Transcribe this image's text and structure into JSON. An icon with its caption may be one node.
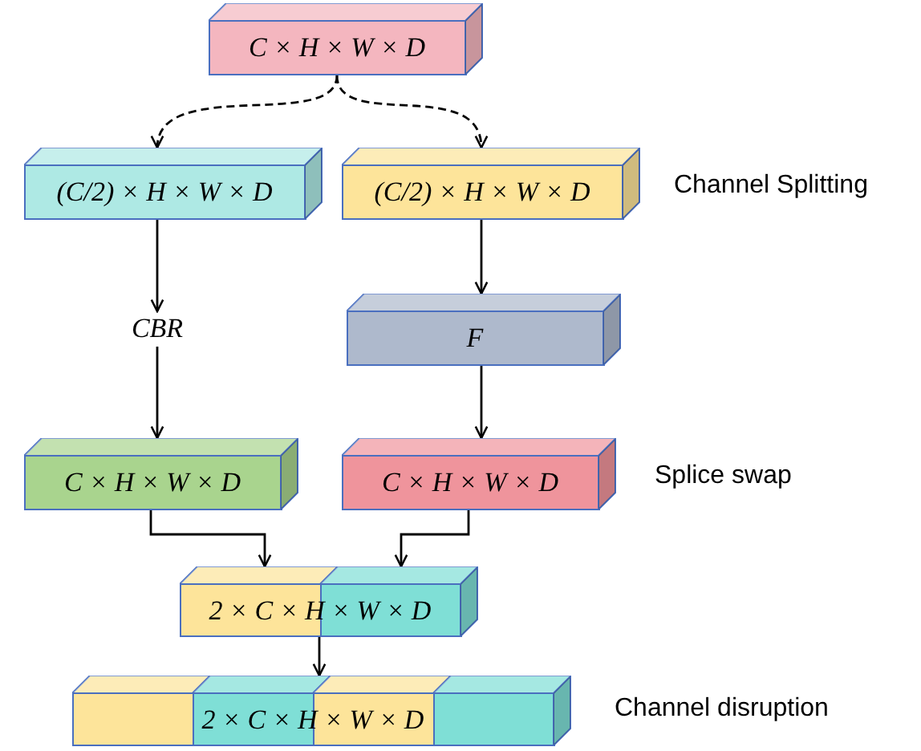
{
  "diagram": {
    "nodes": [
      {
        "text": [
          "C × H × W × D"
        ]
      },
      {
        "text": [
          "(C/2) × H × W × D"
        ]
      },
      {
        "text": [
          "(C/2) × H × W × D"
        ]
      },
      {
        "text": [
          "CBR"
        ]
      },
      {
        "text": [
          "F"
        ]
      },
      {
        "text": [
          "C × H × W × D"
        ]
      },
      {
        "text": [
          "C × H × W × D"
        ]
      },
      {
        "text": [
          "2 × C × H × W × D"
        ]
      },
      {
        "text": [
          "2 × C × H × W × D"
        ]
      }
    ],
    "edges": [
      {
        "from": 0,
        "to": 1,
        "arrow": "to",
        "style": "dashed"
      },
      {
        "from": 0,
        "to": 2,
        "arrow": "to",
        "style": "dashed"
      },
      {
        "from": 1,
        "to": 3,
        "arrow": "to"
      },
      {
        "from": 3,
        "to": 5,
        "arrow": "to"
      },
      {
        "from": 2,
        "to": 4,
        "arrow": "to"
      },
      {
        "from": 4,
        "to": 6,
        "arrow": "to"
      },
      {
        "from": 5,
        "to": 7,
        "arrow": "to"
      },
      {
        "from": 6,
        "to": 7,
        "arrow": "to"
      },
      {
        "from": 7,
        "to": 8,
        "arrow": "to"
      }
    ],
    "labels": [
      "Channel Splitting",
      "Splice swap",
      "Channel disruption"
    ]
  }
}
